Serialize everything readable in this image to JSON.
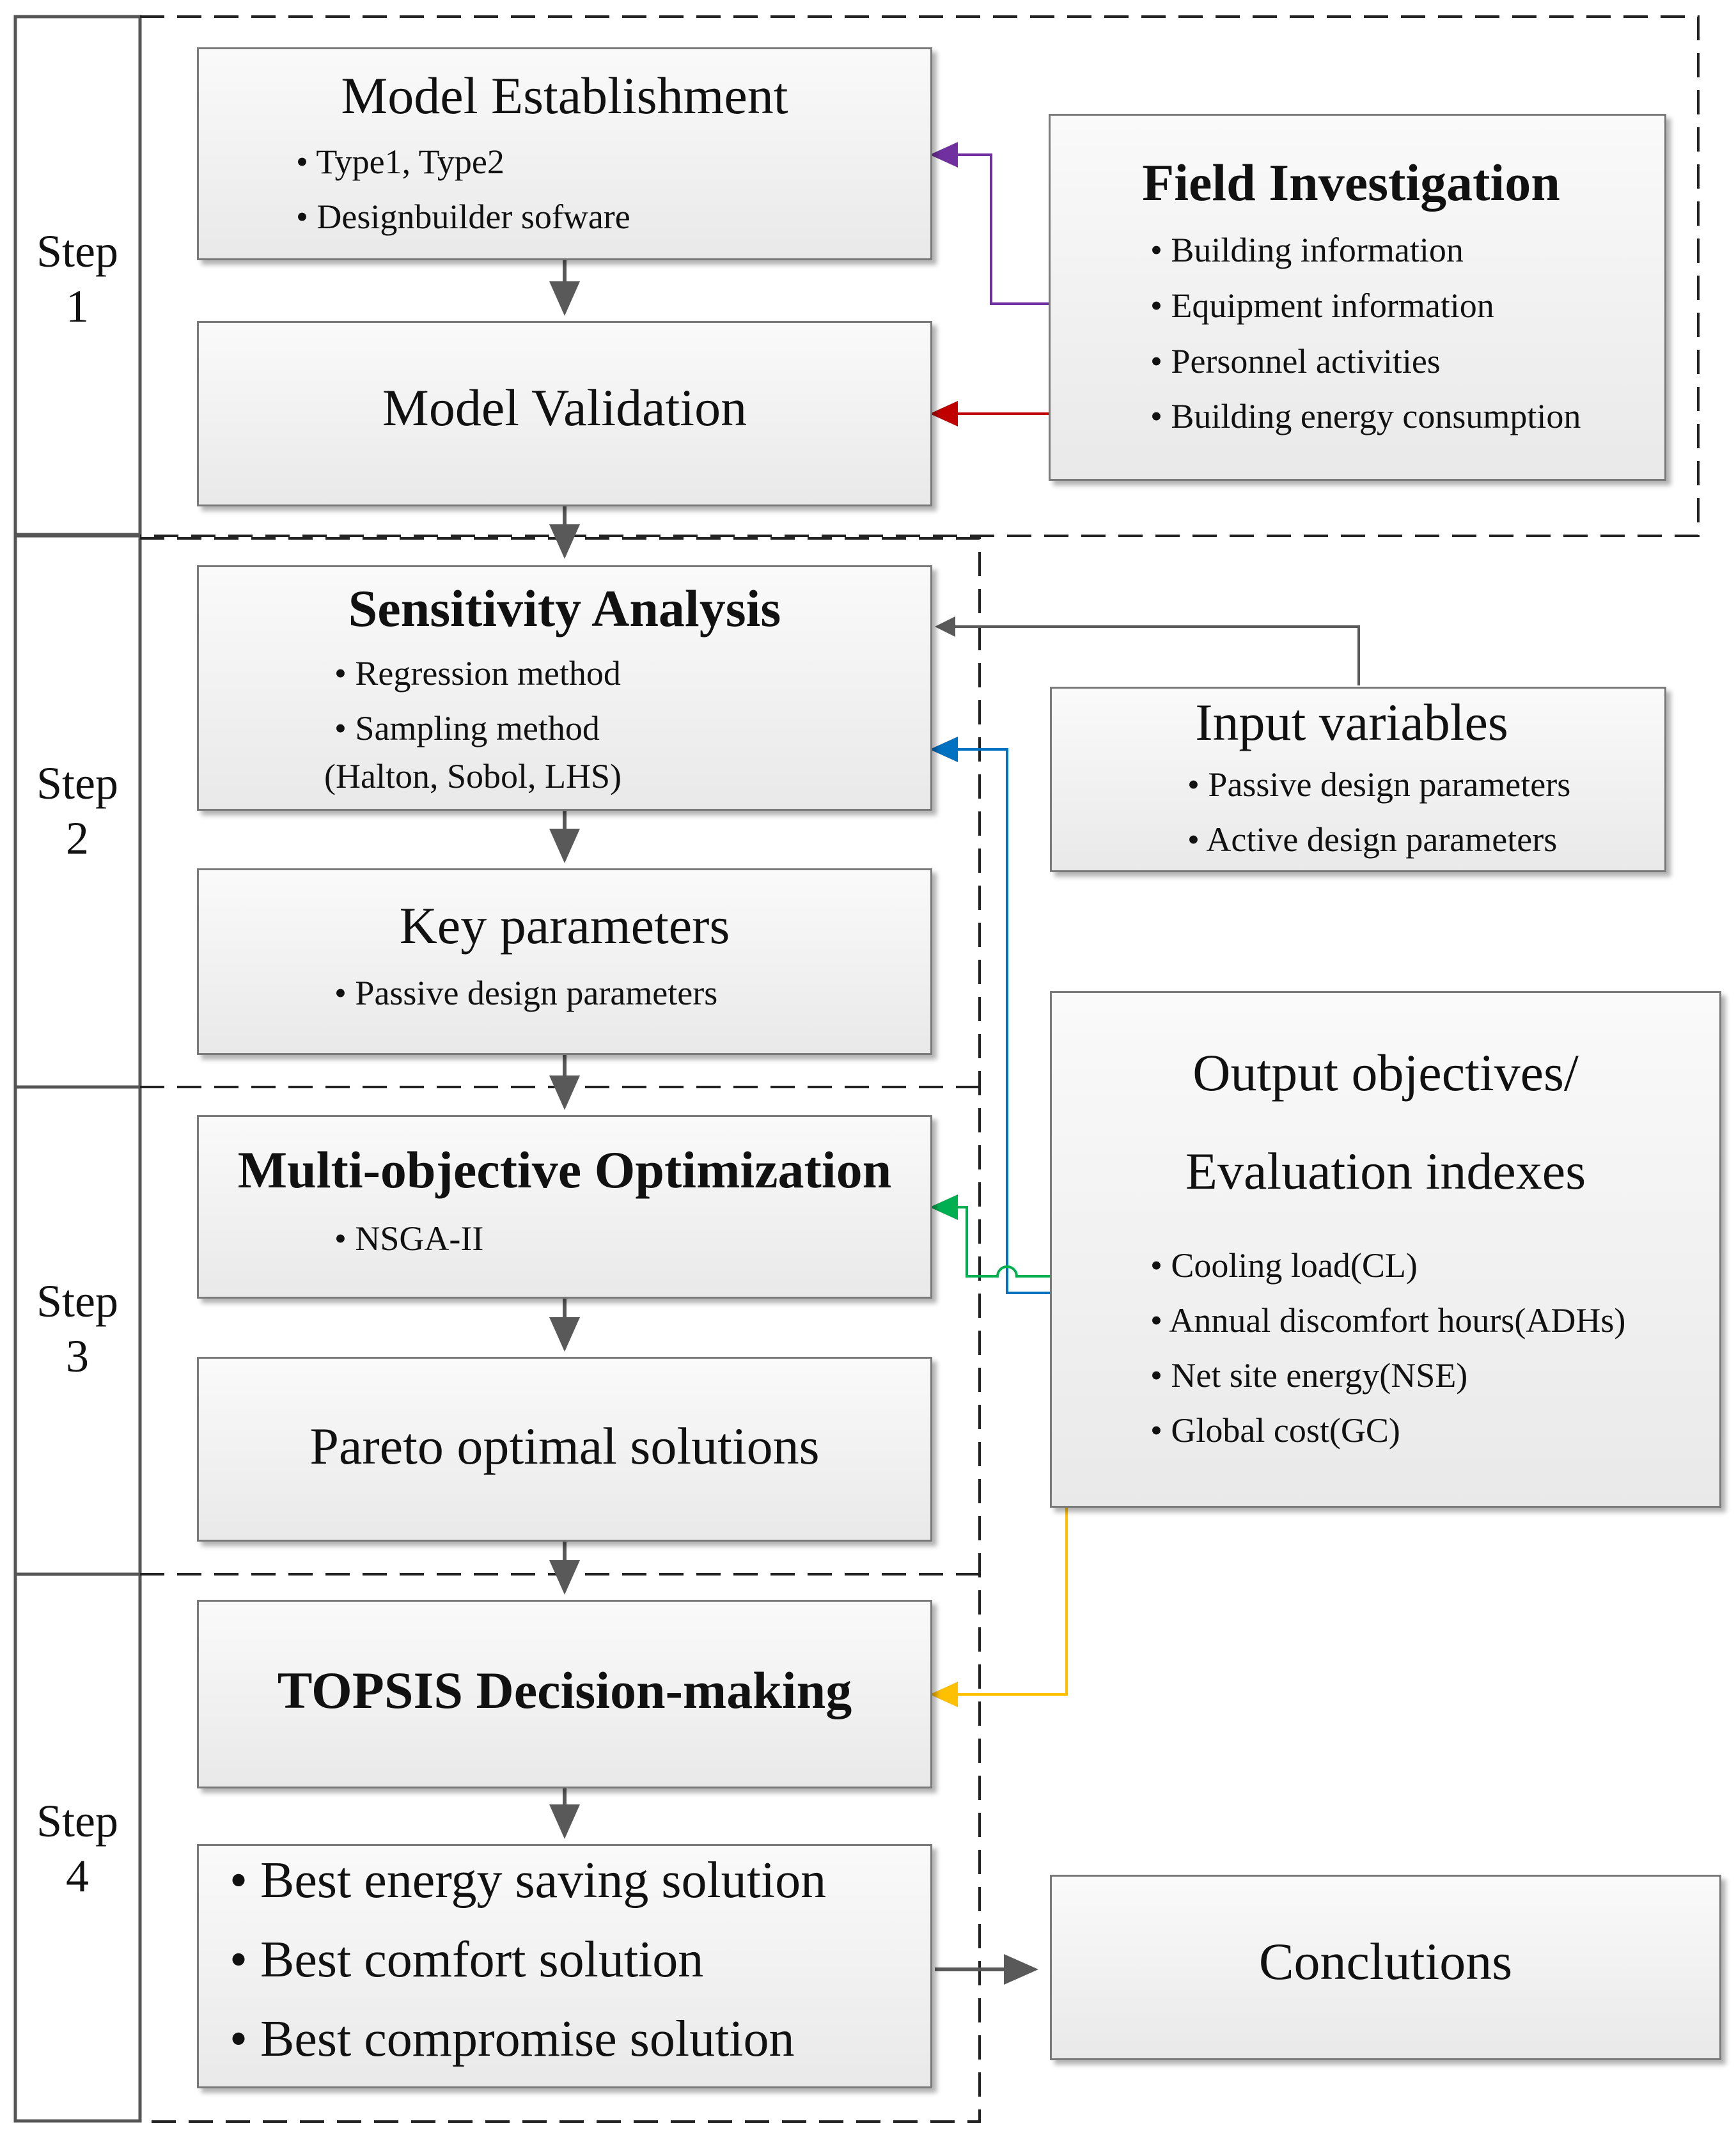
{
  "steps": [
    {
      "label_line1": "Step",
      "label_line2": "1"
    },
    {
      "label_line1": "Step",
      "label_line2": "2"
    },
    {
      "label_line1": "Step",
      "label_line2": "3"
    },
    {
      "label_line1": "Step",
      "label_line2": "4"
    }
  ],
  "model_establishment": {
    "title": "Model Establishment",
    "items": [
      "• Type1, Type2",
      "• Designbuilder sofware"
    ]
  },
  "model_validation": {
    "title": "Model Validation"
  },
  "field_investigation": {
    "title": "Field Investigation",
    "items": [
      "• Building information",
      "• Equipment information",
      "• Personnel activities",
      "• Building energy consumption"
    ]
  },
  "sensitivity_analysis": {
    "title": "Sensitivity Analysis",
    "items": [
      "• Regression method",
      "• Sampling method",
      "(Halton, Sobol, LHS)"
    ]
  },
  "input_variables": {
    "title": "Input variables",
    "items": [
      "• Passive design parameters",
      "• Active design parameters"
    ]
  },
  "key_parameters": {
    "title": "Key parameters",
    "items": [
      "• Passive design parameters"
    ]
  },
  "output_objectives": {
    "title_line1": "Output objectives/",
    "title_line2": "Evaluation indexes",
    "items": [
      "• Cooling load(CL)",
      "• Annual discomfort hours(ADHs)",
      "• Net site energy(NSE)",
      "• Global cost(GC)"
    ]
  },
  "multi_objective": {
    "title": "Multi-objective Optimization",
    "items": [
      "• NSGA-II"
    ]
  },
  "pareto": {
    "title": "Pareto optimal solutions"
  },
  "topsis": {
    "title": "TOPSIS Decision-making"
  },
  "solutions": {
    "items": [
      "• Best energy saving solution",
      "• Best comfort solution",
      "• Best compromise solution"
    ]
  },
  "conclusions": {
    "title": "Conclutions"
  },
  "colors": {
    "purple": "#7030a0",
    "red": "#c00000",
    "blue": "#0070c0",
    "green": "#00b050",
    "orange": "#ffc000",
    "arrow_gray": "#595959",
    "dash": "#222222"
  }
}
